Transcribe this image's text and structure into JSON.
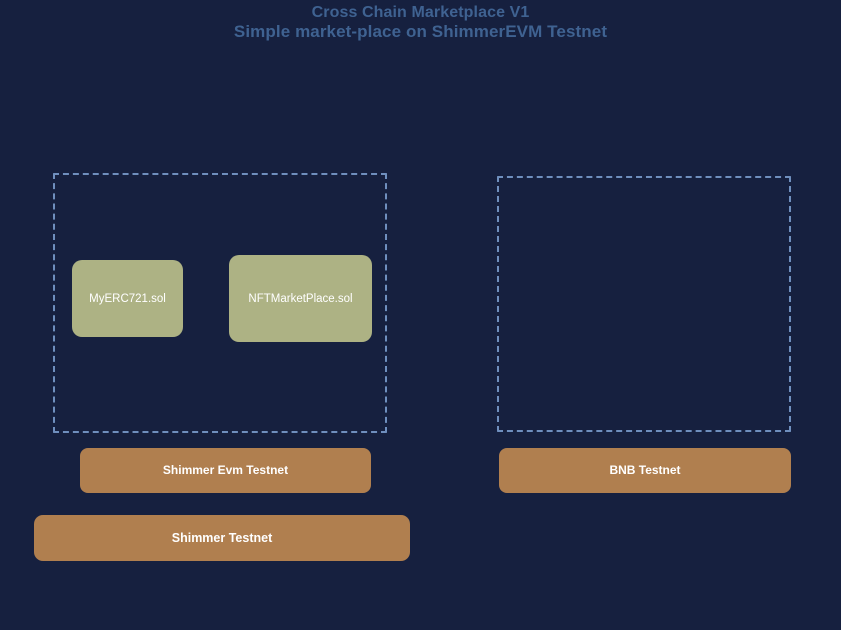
{
  "header": {
    "title": "Cross Chain Marketplace V1",
    "subtitle": "Simple market-place on ShimmerEVM Testnet"
  },
  "colors": {
    "background": "#16203f",
    "title_text": "#3f6291",
    "group_border": "#6f8fbe",
    "contract_fill": "#adb284",
    "contract_text": "#ffffff",
    "network_bar_fill": "#b07f4f",
    "network_bar_text": "#ffffff"
  },
  "diagram": {
    "type": "deployment-architecture",
    "groups": [
      {
        "id": "shimmer-evm-group",
        "label": "",
        "contracts": [
          {
            "id": "myerc721",
            "name": "MyERC721.sol"
          },
          {
            "id": "nftmarketplace",
            "name": "NFTMarketPlace.sol"
          }
        ]
      },
      {
        "id": "bnb-group",
        "label": "",
        "contracts": []
      }
    ],
    "networks": [
      {
        "id": "shimmer-evm-testnet",
        "label": "Shimmer Evm Testnet"
      },
      {
        "id": "bnb-testnet",
        "label": "BNB Testnet"
      },
      {
        "id": "shimmer-testnet",
        "label": "Shimmer Testnet"
      }
    ]
  }
}
